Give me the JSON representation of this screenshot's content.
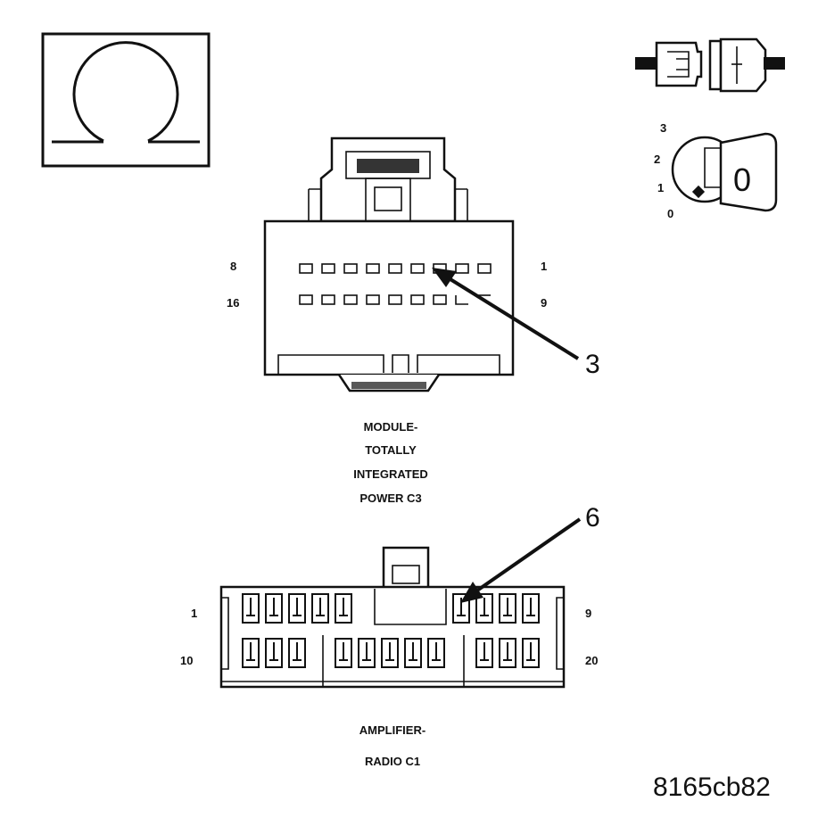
{
  "icons": {
    "ohmmeter": "ohm-symbol-icon",
    "disconnect": "connector-disconnect-icon",
    "ignition": "ignition-key-off-icon"
  },
  "ignition": {
    "positions": [
      "3",
      "2",
      "1",
      "0"
    ],
    "key_label": "0"
  },
  "connector_tipm": {
    "pin_top_left": "8",
    "pin_top_right": "1",
    "pin_bottom_left": "16",
    "pin_bottom_right": "9",
    "callout": "3",
    "caption": [
      "MODULE-",
      "TOTALLY",
      "INTEGRATED",
      "POWER C3"
    ]
  },
  "connector_amp": {
    "pin_top_left": "1",
    "pin_top_right": "9",
    "pin_bottom_left": "10",
    "pin_bottom_right": "20",
    "callout": "6",
    "caption": [
      "AMPLIFIER-",
      "RADIO C1"
    ]
  },
  "figure_id": "8165cb82"
}
